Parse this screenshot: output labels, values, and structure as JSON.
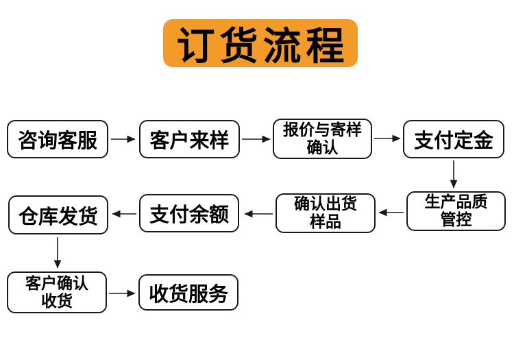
{
  "title": {
    "text": "订货流程",
    "bg_color": "#F29B2A",
    "text_color": "#000000"
  },
  "flow": {
    "box_bg_color": "#FFFFFF",
    "box_border_color": "#1A1A1A",
    "nodes": [
      {
        "id": "consult-service",
        "label": "咨询客服"
      },
      {
        "id": "customer-sample",
        "label": "客户来样"
      },
      {
        "id": "quote-sample",
        "label": "报价与寄样\n确认"
      },
      {
        "id": "pay-deposit",
        "label": "支付定金"
      },
      {
        "id": "quality-control",
        "label": "生产品质\n管控"
      },
      {
        "id": "confirm-shipment",
        "label": "确认出货\n样品"
      },
      {
        "id": "pay-balance",
        "label": "支付余额"
      },
      {
        "id": "warehouse-ship",
        "label": "仓库发货"
      },
      {
        "id": "customer-confirm",
        "label": "客户确认\n收货"
      },
      {
        "id": "receive-service",
        "label": "收货服务"
      }
    ],
    "edges": [
      {
        "from": "consult-service",
        "to": "customer-sample",
        "direction": "right"
      },
      {
        "from": "customer-sample",
        "to": "quote-sample",
        "direction": "right"
      },
      {
        "from": "quote-sample",
        "to": "pay-deposit",
        "direction": "right"
      },
      {
        "from": "pay-deposit",
        "to": "quality-control",
        "direction": "down"
      },
      {
        "from": "quality-control",
        "to": "confirm-shipment",
        "direction": "left"
      },
      {
        "from": "confirm-shipment",
        "to": "pay-balance",
        "direction": "left"
      },
      {
        "from": "pay-balance",
        "to": "warehouse-ship",
        "direction": "left"
      },
      {
        "from": "warehouse-ship",
        "to": "customer-confirm",
        "direction": "down"
      },
      {
        "from": "customer-confirm",
        "to": "receive-service",
        "direction": "right"
      }
    ]
  }
}
